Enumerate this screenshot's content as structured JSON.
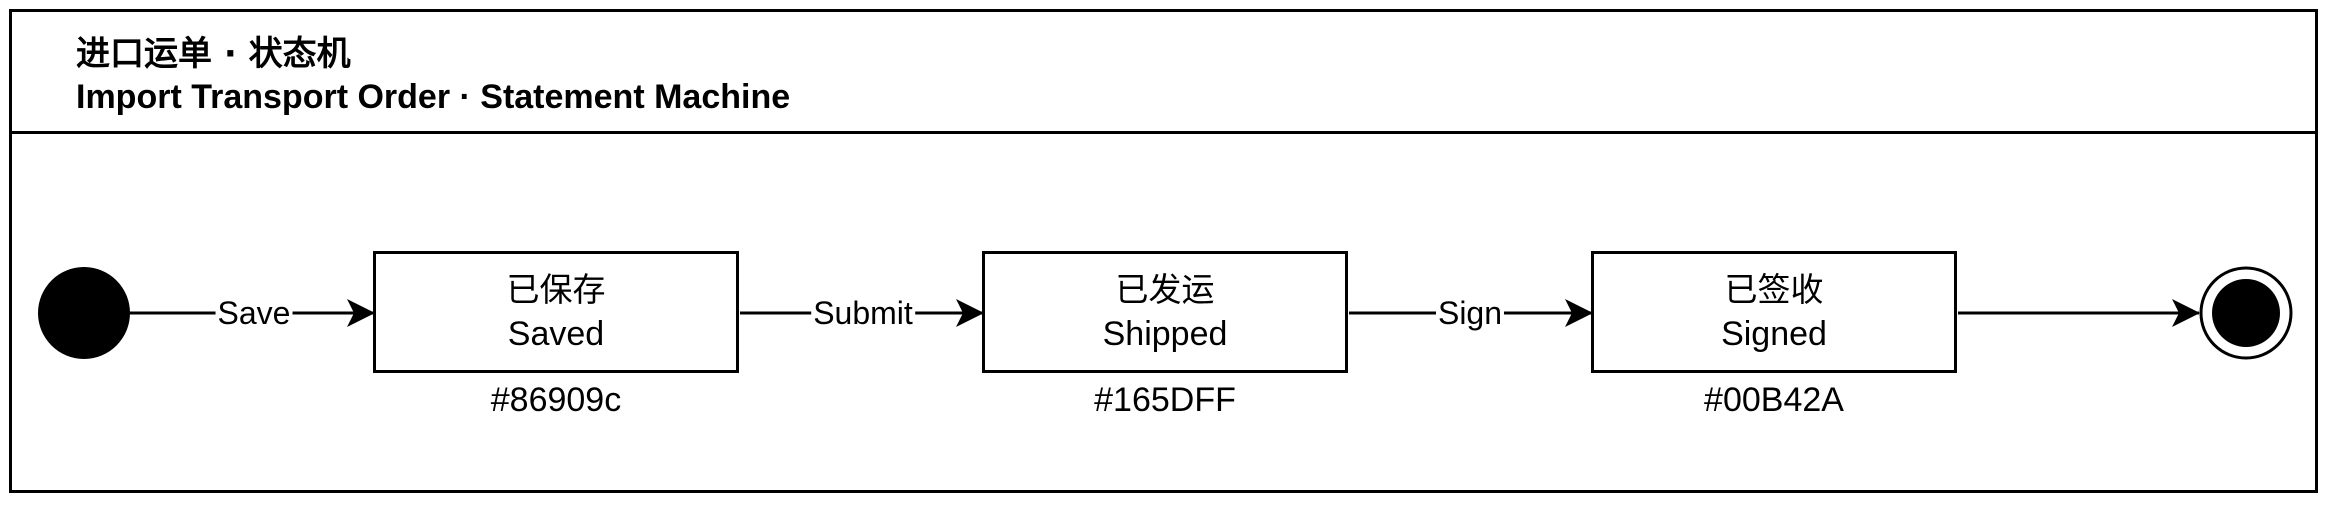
{
  "title": {
    "zh": "进口运单 · 状态机",
    "en": "Import Transport Order · Statement Machine"
  },
  "states": [
    {
      "zh": "已保存",
      "en": "Saved",
      "color": "#86909c"
    },
    {
      "zh": "已发运",
      "en": "Shipped",
      "color": "#165DFF"
    },
    {
      "zh": "已签收",
      "en": "Signed",
      "color": "#00B42A"
    }
  ],
  "transitions": [
    {
      "label": "Save"
    },
    {
      "label": "Submit"
    },
    {
      "label": "Sign"
    },
    {
      "label": ""
    }
  ]
}
